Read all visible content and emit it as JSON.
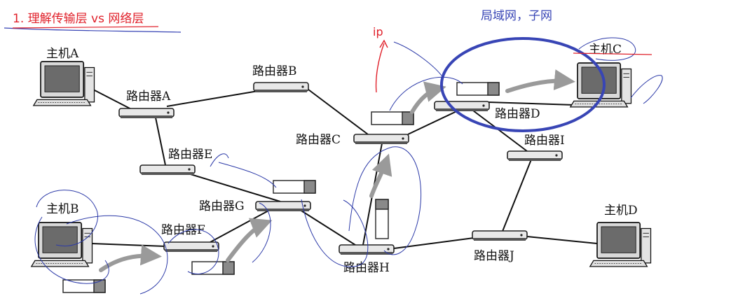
{
  "annotations": {
    "title": "1. 理解传输层 vs 网络层",
    "ip": "ip",
    "lan": "局域网，子网"
  },
  "hosts": {
    "A": "主机A",
    "B": "主机B",
    "C": "主机C",
    "D": "主机D"
  },
  "routers": {
    "A": "路由器A",
    "B": "路由器B",
    "C": "路由器C",
    "D": "路由器D",
    "E": "路由器E",
    "F": "路由器F",
    "G": "路由器G",
    "H": "路由器H",
    "I": "路由器I",
    "J": "路由器J"
  },
  "links": [
    [
      "host-A",
      "router-A"
    ],
    [
      "router-A",
      "router-B"
    ],
    [
      "router-B",
      "router-C"
    ],
    [
      "router-A",
      "router-E"
    ],
    [
      "router-E",
      "router-G"
    ],
    [
      "router-G",
      "router-H"
    ],
    [
      "router-F",
      "router-G"
    ],
    [
      "host-B",
      "router-F"
    ],
    [
      "router-C",
      "router-H"
    ],
    [
      "router-C",
      "router-D"
    ],
    [
      "router-D",
      "host-C"
    ],
    [
      "router-D",
      "router-I"
    ],
    [
      "router-I",
      "router-J"
    ],
    [
      "router-H",
      "router-J"
    ],
    [
      "router-J",
      "host-D"
    ]
  ],
  "colors": {
    "annotation_red": "#e0202a",
    "annotation_blue": "#3845b5",
    "ink": "#111111",
    "arrow_gray": "#9a9a9a"
  }
}
